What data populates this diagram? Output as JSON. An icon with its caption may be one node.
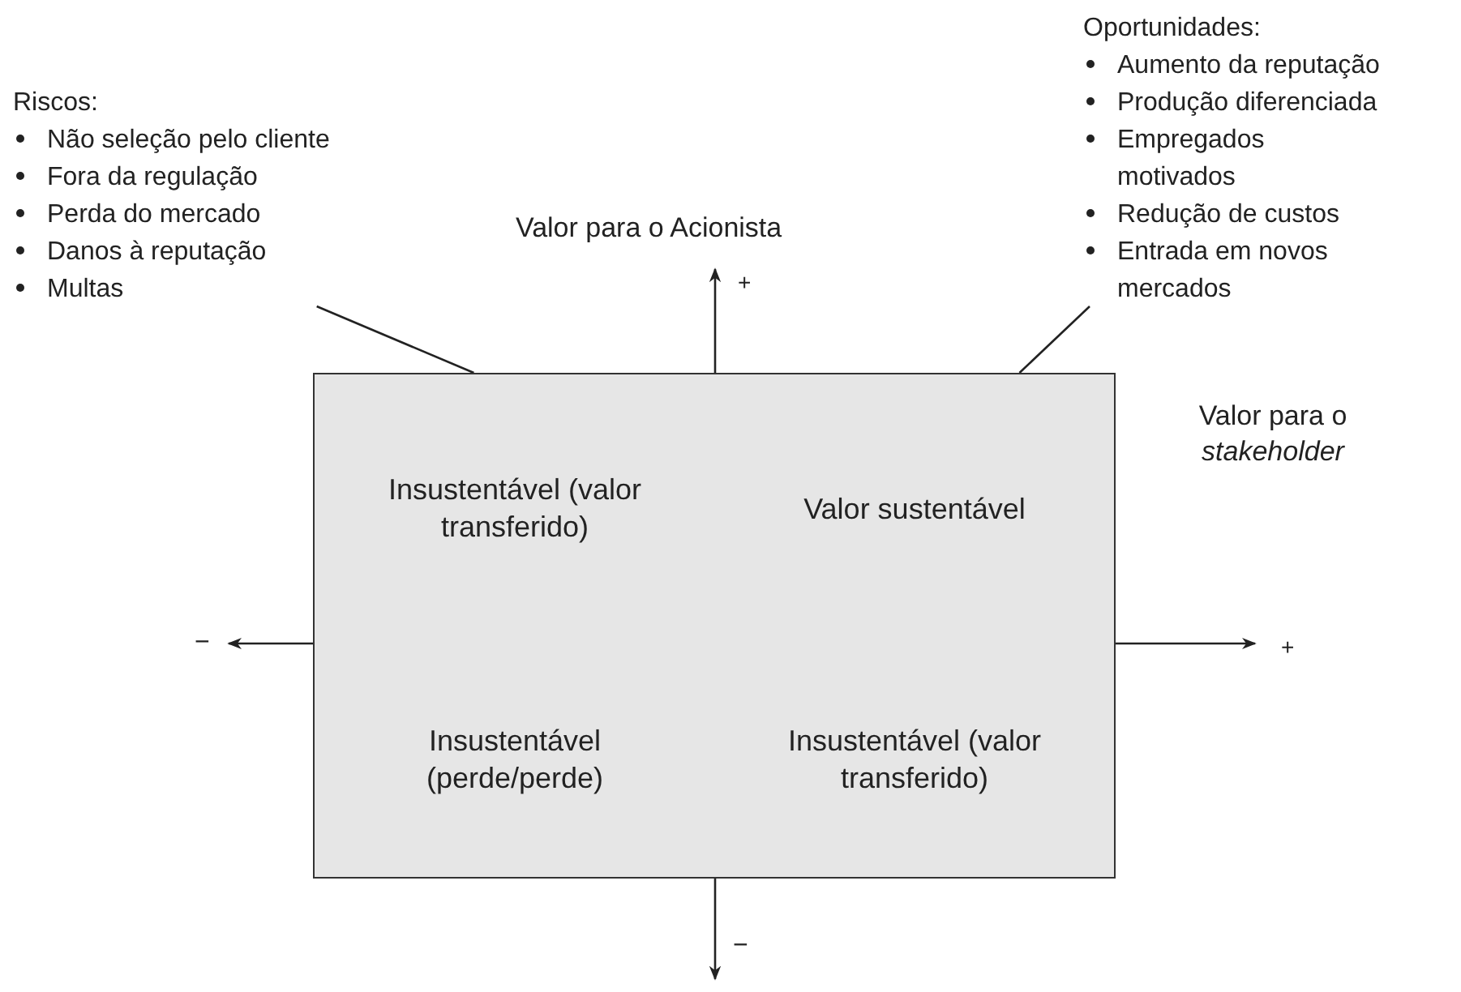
{
  "diagram": {
    "nodes": [
      {
        "text": [
          "Riscos:",
          "Não seleção pelo cliente",
          "Fora da regulação",
          "Perda do mercado",
          "Danos à reputação",
          "Multas"
        ]
      },
      {
        "text": [
          "Oportunidades:",
          "Aumento da reputação",
          "Produção diferenciada",
          "Empregados motivados",
          "Redução de custos",
          "Entrada em novos mercados"
        ]
      },
      {
        "text": [
          "Insustentável (valor transferido)"
        ]
      },
      {
        "text": [
          "Valor sustentável"
        ]
      },
      {
        "text": [
          "Insustentável (perde/perde)"
        ]
      },
      {
        "text": [
          "Insustentável (valor transferido)"
        ]
      }
    ],
    "edges": [
      {
        "from": 0,
        "to": 2,
        "arrow": "none"
      },
      {
        "from": 1,
        "to": 3,
        "arrow": "none"
      }
    ],
    "labels": [
      "Valor para o Acionista",
      "+",
      "Valor para o *stakeholder*",
      "−",
      "+",
      "−"
    ]
  }
}
